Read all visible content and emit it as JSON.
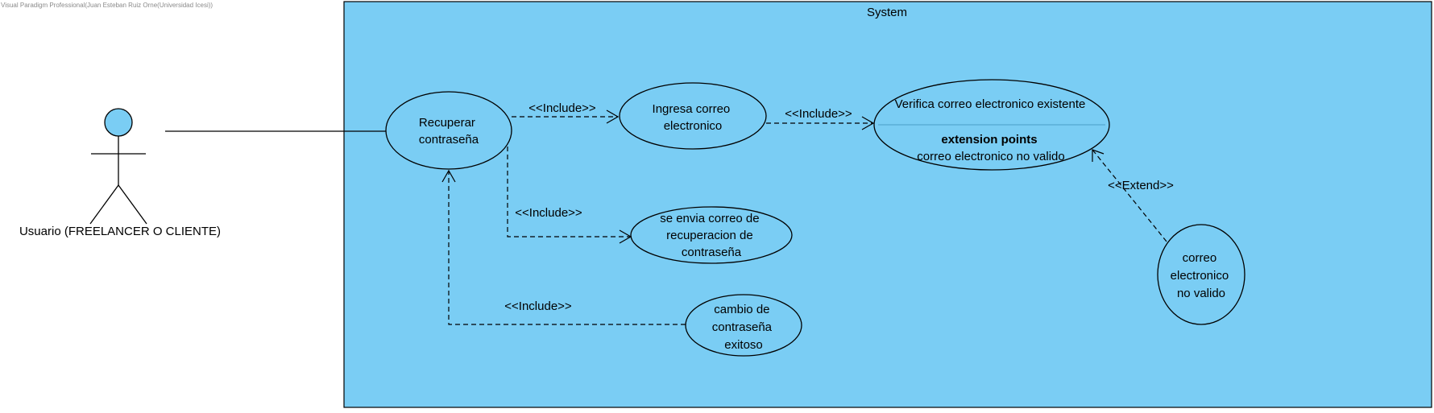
{
  "watermark": "Visual Paradigm Professional(Juan Esteban Ruiz Orne(Universidad Icesi))",
  "colors": {
    "system_fill": "#7acdf4",
    "actor_head": "#7acdf4",
    "line": "#000000",
    "separator": "#4a9fc8"
  },
  "system": {
    "title": "System"
  },
  "actor": {
    "name": "Usuario (FREELANCER O CLIENTE)"
  },
  "use_cases": {
    "recuperar": [
      "Recuperar",
      "contraseña"
    ],
    "ingresa": [
      "Ingresa correo",
      "electronico"
    ],
    "verifica": {
      "name": "Verifica correo electronico existente",
      "ext_title": "extension points",
      "ext_point": "correo electronico no valido"
    },
    "envia": [
      "se envia correo de",
      "recuperacion de",
      "contraseña"
    ],
    "cambio": [
      "cambio de",
      "contraseña",
      "exitoso"
    ],
    "no_valido": [
      "correo",
      "electronico",
      "no valido"
    ]
  },
  "relations": {
    "include_1": "<<Include>>",
    "include_2": "<<Include>>",
    "include_3": "<<Include>>",
    "include_4": "<<Include>>",
    "extend": "<<Extend>>"
  }
}
